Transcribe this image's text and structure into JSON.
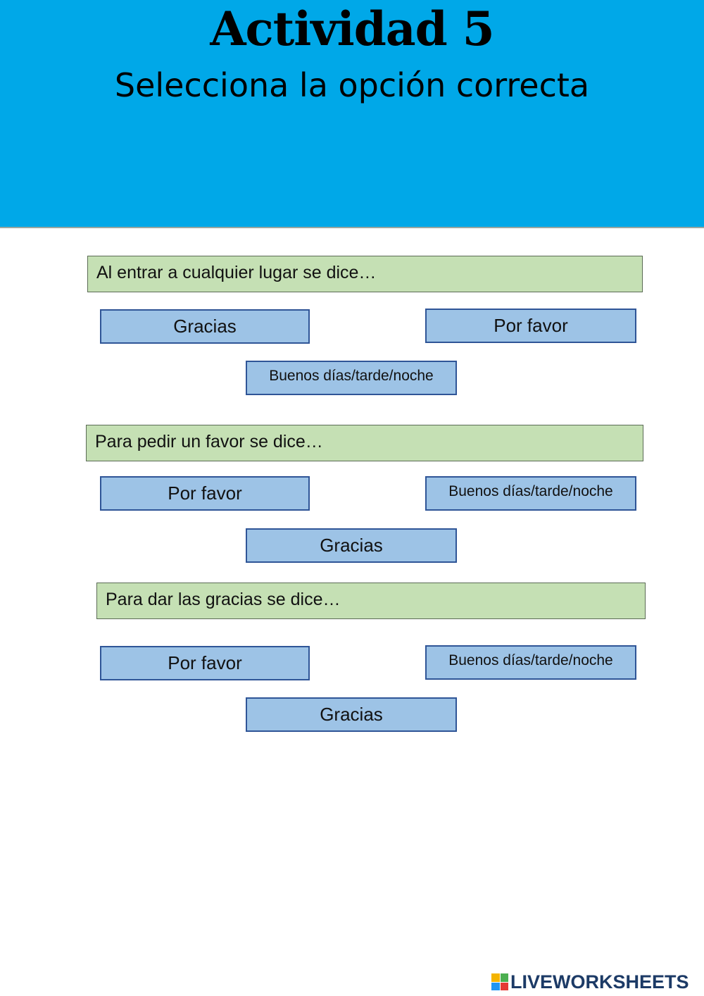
{
  "header": {
    "title": "Actividad 5",
    "subtitle": "Selecciona la opción correcta",
    "background_color": "#00a8e8"
  },
  "questions": [
    {
      "prompt": "Al entrar a cualquier lugar se dice…",
      "options": [
        "Gracias",
        "Por favor",
        "Buenos días/tarde/noche"
      ]
    },
    {
      "prompt": "Para pedir un favor se dice…",
      "options": [
        "Por favor",
        "Buenos días/tarde/noche",
        "Gracias"
      ]
    },
    {
      "prompt": "Para dar las gracias se dice…",
      "options": [
        "Por favor",
        "Buenos días/tarde/noche",
        "Gracias"
      ]
    }
  ],
  "colors": {
    "prompt_fill": "#c5e0b4",
    "option_fill": "#9dc3e6",
    "option_border": "#2f5597"
  },
  "footer": {
    "logo_text": "LIVEWORKSHEETS",
    "logo_icon": "liveworksheets-logo-icon"
  }
}
